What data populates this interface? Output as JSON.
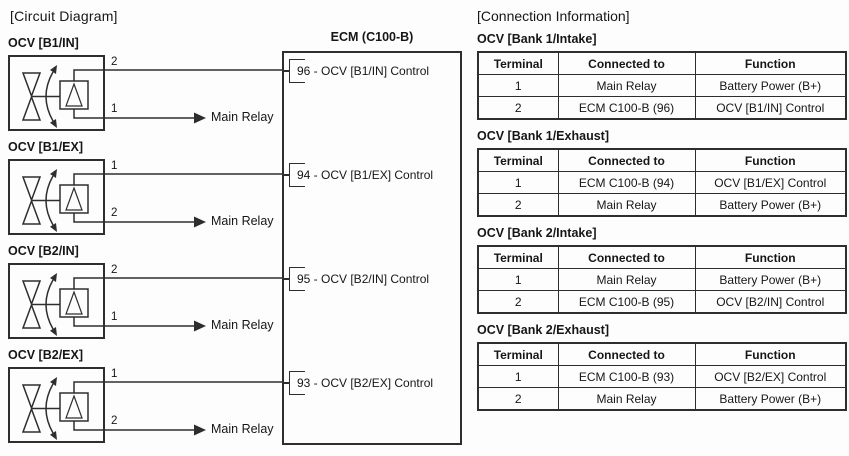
{
  "titles": {
    "circuit": "[Circuit Diagram]",
    "connection": "[Connection Information]"
  },
  "ecm": {
    "title": "ECM (C100-B)",
    "pins": [
      {
        "label": "96 - OCV [B1/IN] Control"
      },
      {
        "label": "94 - OCV [B1/EX] Control"
      },
      {
        "label": "95 - OCV [B2/IN] Control"
      },
      {
        "label": "93 - OCV [B2/EX] Control"
      }
    ]
  },
  "ocv_units": [
    {
      "label": "OCV [B1/IN]",
      "top_terminal": "2",
      "bottom_terminal": "1",
      "relay_label": "Main Relay"
    },
    {
      "label": "OCV [B1/EX]",
      "top_terminal": "1",
      "bottom_terminal": "2",
      "relay_label": "Main Relay"
    },
    {
      "label": "OCV [B2/IN]",
      "top_terminal": "2",
      "bottom_terminal": "1",
      "relay_label": "Main Relay"
    },
    {
      "label": "OCV [B2/EX]",
      "top_terminal": "1",
      "bottom_terminal": "2",
      "relay_label": "Main Relay"
    }
  ],
  "tables": [
    {
      "title": "OCV [Bank 1/Intake]",
      "headers": [
        "Terminal",
        "Connected to",
        "Function"
      ],
      "rows": [
        [
          "1",
          "Main Relay",
          "Battery Power (B+)"
        ],
        [
          "2",
          "ECM C100-B (96)",
          "OCV [B1/IN] Control"
        ]
      ]
    },
    {
      "title": "OCV [Bank 1/Exhaust]",
      "headers": [
        "Terminal",
        "Connected to",
        "Function"
      ],
      "rows": [
        [
          "1",
          "ECM C100-B (94)",
          "OCV [B1/EX] Control"
        ],
        [
          "2",
          "Main Relay",
          "Battery Power (B+)"
        ]
      ]
    },
    {
      "title": "OCV [Bank 2/Intake]",
      "headers": [
        "Terminal",
        "Connected to",
        "Function"
      ],
      "rows": [
        [
          "1",
          "Main Relay",
          "Battery Power (B+)"
        ],
        [
          "2",
          "ECM C100-B (95)",
          "OCV [B2/IN] Control"
        ]
      ]
    },
    {
      "title": "OCV [Bank 2/Exhaust]",
      "headers": [
        "Terminal",
        "Connected to",
        "Function"
      ],
      "rows": [
        [
          "1",
          "ECM C100-B (93)",
          "OCV [B2/EX] Control"
        ],
        [
          "2",
          "Main Relay",
          "Battery Power (B+)"
        ]
      ]
    }
  ]
}
